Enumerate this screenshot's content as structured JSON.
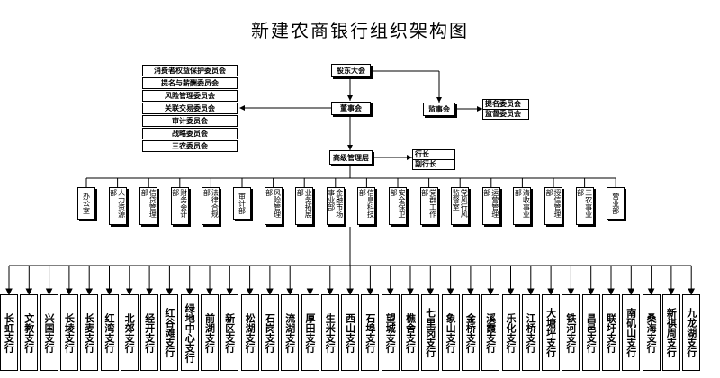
{
  "title": "新建农商银行组织架构图",
  "shareholders": "股东大会",
  "board": "董事会",
  "supervisory_board": "监事会",
  "supervisory_committees": [
    "提名委员会",
    "监督委员会"
  ],
  "committees": [
    "消费者权益保护委员会",
    "提名与薪酬委员会",
    "风险管理委员会",
    "关联交易委员会",
    "审计委员会",
    "战略委员会",
    "三农委员会"
  ],
  "senior_management": "高级管理层",
  "executives": [
    "行长",
    "副行长"
  ],
  "departments": [
    "办公室",
    "人力资源部",
    "信贷管理部",
    "财务会计部",
    "法律合规部",
    "审计部",
    "风险管理部",
    "业务拓展部",
    "金融市场事业部",
    "信息科技部",
    "安全保卫部",
    "党群工作部",
    "党风行风监督室",
    "运营管理部",
    "清收事业部",
    "授信管理部",
    "三农事业部",
    "营业部"
  ],
  "branches": [
    "长虹支行",
    "文教支行",
    "兴国支行",
    "长堎支行",
    "长麦支行",
    "红湾支行",
    "北郊支行",
    "经开支行",
    "红谷滩支行",
    "绿地中心支行",
    "前湖支行",
    "新区支行",
    "松湖支行",
    "石岗支行",
    "流湖支行",
    "厚田支行",
    "生米支行",
    "西山支行",
    "石埠支行",
    "望城支行",
    "樵舍支行",
    "七里岗支行",
    "象山支行",
    "金桥支行",
    "溪霞支行",
    "乐化支行",
    "江桥支行",
    "大塘坪支行",
    "铁河支行",
    "昌邑支行",
    "联圩支行",
    "南矶山支行",
    "桑海支行",
    "新祺周支行",
    "九龙湖支行"
  ]
}
